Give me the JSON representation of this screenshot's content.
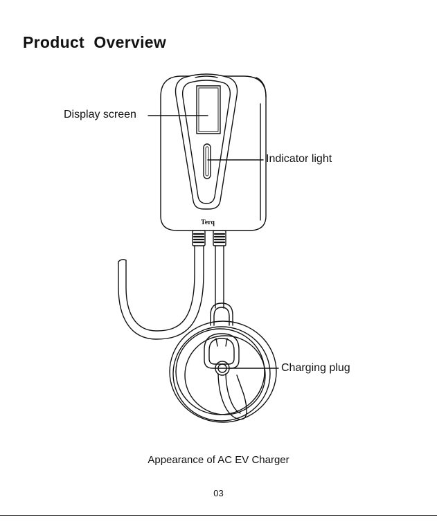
{
  "page": {
    "title": "Product  Overview",
    "caption": "Appearance of AC EV Charger",
    "page_number": "03"
  },
  "callouts": {
    "display_screen": "Display screen",
    "indicator_light": "Indicator light",
    "charging_plug": "Charging plug"
  },
  "device": {
    "logo_text": "Terq"
  },
  "colors": {
    "ink": "#111111",
    "background": "#ffffff"
  }
}
